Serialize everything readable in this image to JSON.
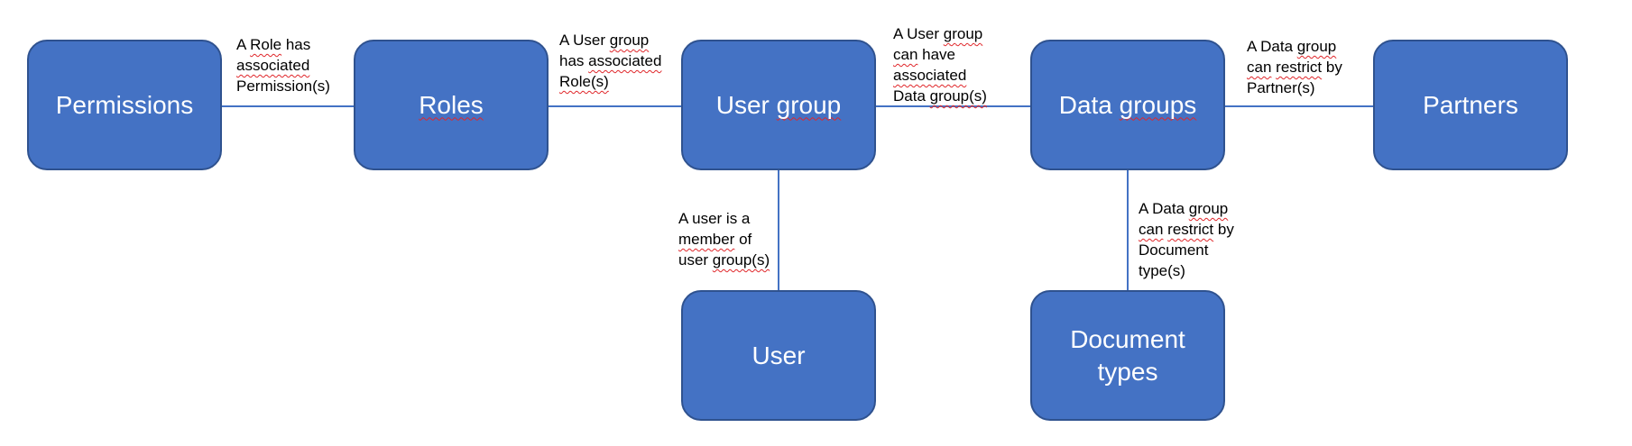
{
  "colors": {
    "box_fill": "#4472C4",
    "box_border": "#2F528F",
    "box_text": "#FFFFFF",
    "connector": "#4472C4",
    "label_text": "#000000",
    "squiggle": "#E0262A",
    "background": "#FFFFFF"
  },
  "entities": [
    {
      "id": "permissions",
      "label": "Permissions",
      "title": [
        {
          "t": "Permissions"
        }
      ]
    },
    {
      "id": "roles",
      "label": "Roles",
      "title": [
        {
          "t": "Roles",
          "sq": true
        }
      ]
    },
    {
      "id": "user-group",
      "label": "User group",
      "title": [
        {
          "t": "User "
        },
        {
          "t": "group",
          "sq": true
        }
      ]
    },
    {
      "id": "data-groups",
      "label": "Data groups",
      "title": [
        {
          "t": "Data "
        },
        {
          "t": "groups",
          "sq": true
        }
      ]
    },
    {
      "id": "partners",
      "label": "Partners",
      "title": [
        {
          "t": "Partners"
        }
      ]
    },
    {
      "id": "user",
      "label": "User",
      "title": [
        {
          "t": "User"
        }
      ]
    },
    {
      "id": "document-types",
      "label": "Document types",
      "title": [
        {
          "t": "Document types"
        }
      ]
    }
  ],
  "connections": [
    {
      "from": "permissions",
      "to": "roles",
      "text": "A Role has associated Permission(s)",
      "lines": [
        [
          {
            "t": "A "
          },
          {
            "t": "Role",
            "sq": true
          },
          {
            "t": " has"
          }
        ],
        [
          {
            "t": "associated",
            "sq": true
          }
        ],
        [
          {
            "t": "Permission(s)"
          }
        ]
      ]
    },
    {
      "from": "roles",
      "to": "user-group",
      "text": "A User group has associated Role(s)",
      "lines": [
        [
          {
            "t": "A User "
          },
          {
            "t": "group",
            "sq": true
          }
        ],
        [
          {
            "t": "has "
          },
          {
            "t": "associated",
            "sq": true
          }
        ],
        [
          {
            "t": "Role(s)",
            "sq": true
          }
        ]
      ]
    },
    {
      "from": "user-group",
      "to": "data-groups",
      "text": "A User group can have associated Data group(s)",
      "lines": [
        [
          {
            "t": "A User "
          },
          {
            "t": "group",
            "sq": true
          }
        ],
        [
          {
            "t": "can",
            "sq": true
          },
          {
            "t": " have"
          }
        ],
        [
          {
            "t": "associated",
            "sq": true
          }
        ],
        [
          {
            "t": "Data "
          },
          {
            "t": "group(s)",
            "sq": true
          }
        ]
      ]
    },
    {
      "from": "data-groups",
      "to": "partners",
      "text": "A Data group can restrict by Partner(s)",
      "lines": [
        [
          {
            "t": "A Data "
          },
          {
            "t": "group",
            "sq": true
          }
        ],
        [
          {
            "t": "can",
            "sq": true
          },
          {
            "t": " "
          },
          {
            "t": "restrict",
            "sq": true
          },
          {
            "t": " by"
          }
        ],
        [
          {
            "t": "Partner(s)"
          }
        ]
      ]
    },
    {
      "from": "user",
      "to": "user-group",
      "text": "A user is a member of user group(s)",
      "lines": [
        [
          {
            "t": "A user is a"
          }
        ],
        [
          {
            "t": "member",
            "sq": true
          },
          {
            "t": " of"
          }
        ],
        [
          {
            "t": "user "
          },
          {
            "t": "group(s)",
            "sq": true
          }
        ]
      ]
    },
    {
      "from": "data-groups",
      "to": "document-types",
      "text": "A Data group can restrict by Document type(s)",
      "lines": [
        [
          {
            "t": "A Data "
          },
          {
            "t": "group",
            "sq": true
          }
        ],
        [
          {
            "t": "can",
            "sq": true
          },
          {
            "t": " "
          },
          {
            "t": "restrict",
            "sq": true
          },
          {
            "t": " by"
          }
        ],
        [
          {
            "t": "Document"
          }
        ],
        [
          {
            "t": "type(s)"
          }
        ]
      ]
    }
  ]
}
